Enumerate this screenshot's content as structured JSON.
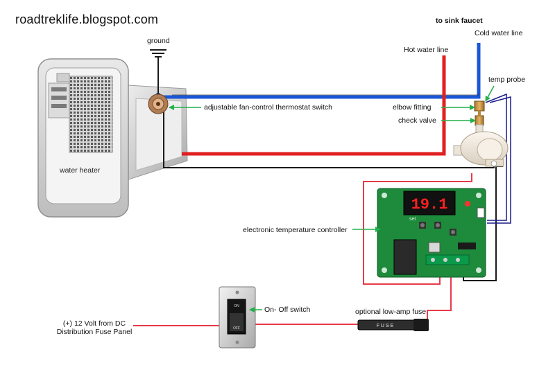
{
  "site_title": "roadtreklife.blogspot.com",
  "labels": {
    "ground": "ground",
    "to_sink_faucet": "to sink faucet",
    "cold_water_line": "Cold water line",
    "hot_water_line": "Hot water line",
    "temp_probe": "temp probe",
    "thermostat_switch": "adjustable fan-control thermostat switch",
    "elbow_fitting": "elbow fitting",
    "check_valve": "check valve",
    "water_heater": "water heater",
    "temperature_controller": "electronic temperature controller",
    "on_off_switch": "On- Off switch",
    "optional_fuse": "optional low-amp fuse",
    "power_source_line1": "(+) 12 Volt from DC",
    "power_source_line2": "Distribution Fuse Panel",
    "fuse_text": "FUSE",
    "display_reading": "19.1",
    "switch_on": "ON",
    "switch_off": "OFF",
    "set_label": "set"
  },
  "colors": {
    "cold_line": "#1a56d6",
    "hot_line": "#e02020",
    "black_wire": "#1a1a1a",
    "red_wire": "#e83a4a",
    "probe_wire": "#1a1a8c",
    "pointer_arrow": "#22b04a",
    "board_green": "#1e8a3c"
  }
}
